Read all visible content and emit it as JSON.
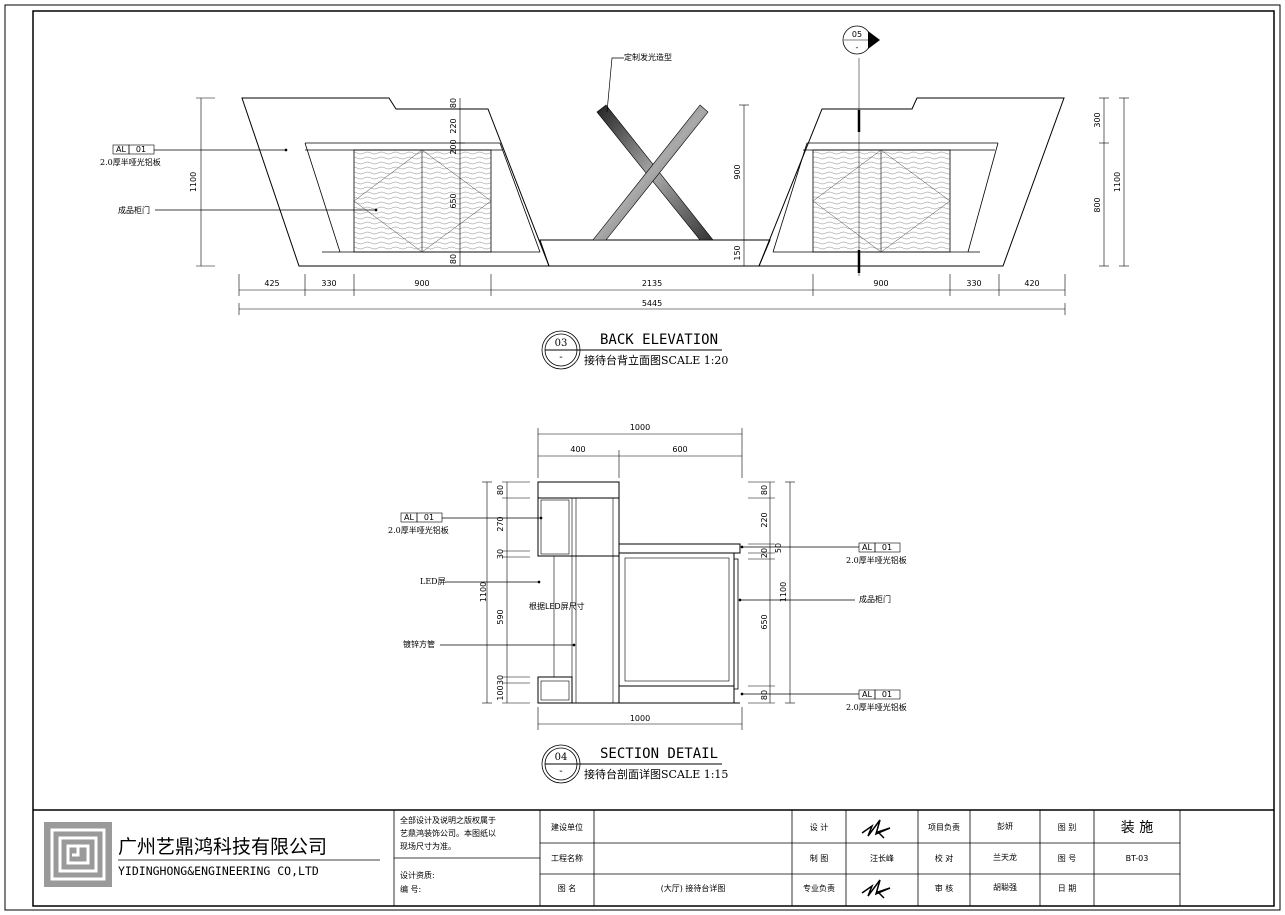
{
  "back_elevation": {
    "title": "BACK ELEVATION",
    "subtitle": "接待台背立面图SCALE 1:20",
    "badge_num": "03",
    "badge_sub": "-",
    "callout_top": "定制发光造型",
    "marker": {
      "num": "05",
      "sub": "-"
    },
    "tag_left_code": "AL",
    "tag_left_num": "01",
    "tag_left_text": "2.0厚半哑光铝板",
    "label_door": "成品柜门",
    "dims_bottom": [
      "425",
      "330",
      "900",
      "2135",
      "900",
      "330",
      "420"
    ],
    "dim_total": "5445",
    "dim_left_total": "1100",
    "dims_left_chain": [
      "80",
      "220",
      "200",
      "650",
      "80"
    ],
    "dim_center_900": "900",
    "dim_center_150": "150",
    "dims_right": [
      "300",
      "800"
    ],
    "dim_right_total": "1100"
  },
  "section_detail": {
    "title": "SECTION DETAIL",
    "subtitle": "接待台剖面详图SCALE 1:15",
    "badge_num": "04",
    "badge_sub": "-",
    "dim_top_total": "1000",
    "dim_top_a": "400",
    "dim_top_b": "600",
    "dim_bottom": "1000",
    "dims_left": [
      "80",
      "270",
      "30",
      "590",
      "30",
      "100"
    ],
    "dim_left_total": "1100",
    "dims_right": [
      "80",
      "220",
      "20",
      "50",
      "650",
      "80"
    ],
    "dim_right_total": "1100",
    "tag_code": "AL",
    "tag_num": "01",
    "tag_text": "2.0厚半哑光铝板",
    "label_led": "LED屏",
    "label_tube": "镀锌方管",
    "label_door": "成品柜门",
    "label_led_note": "根据LED屏尺寸"
  },
  "title_block": {
    "company_cn": "广州艺鼎鸿科技有限公司",
    "company_en": "YIDINGHONG&ENGINEERING CO,LTD",
    "copyright_line1": "全部设计及说明之版权属于",
    "copyright_line2": "艺鼎鸿装饰公司。本图纸以",
    "copyright_line3": "现场尺寸为准。",
    "qual_label": "设计资质:",
    "code_label": "编      号:",
    "row1_label": "建设单位",
    "row2_label": "工程名称",
    "row3_label": "图      名",
    "drawing_name": "(大厅) 接待台详图",
    "design_label": "设      计",
    "draw_label": "制      图",
    "draw_value": "汪长峰",
    "pro_label": "专业负责",
    "pm_label": "项目负责",
    "pm_value": "彭妍",
    "check_label": "校      对",
    "check_value": "兰天龙",
    "review_label": "审      核",
    "review_value": "胡聪强",
    "cat_label": "图      别",
    "cat_value": "装  施",
    "num_label": "图      号",
    "num_value": "BT-03",
    "date_label": "日      期"
  }
}
